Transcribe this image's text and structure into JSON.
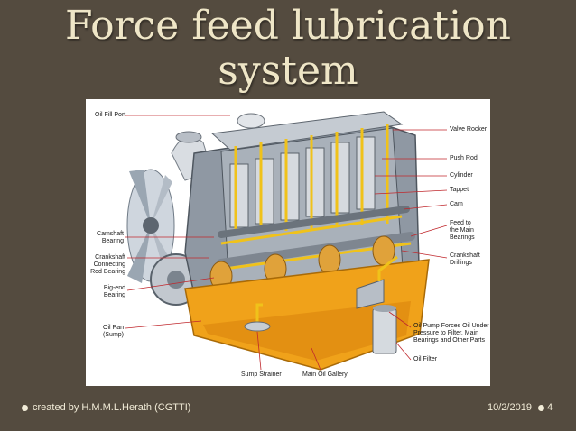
{
  "slide": {
    "title_line1": "Force feed lubrication",
    "title_line2": "system"
  },
  "diagram": {
    "left_labels": {
      "oil_fill_port": "Oil Fill Port",
      "camshaft_bearing": "Camshaft\nBearing",
      "crankshaft_rod_bearing": "Crankshaft\nConnecting\nRod Bearing",
      "big_end_bearing": "Big-end\nBearing",
      "oil_pan": "Oil Pan\n(Sump)"
    },
    "right_labels": {
      "valve_rocker": "Valve Rocker",
      "push_rod": "Push Rod",
      "cylinder": "Cylinder",
      "tappet": "Tappet",
      "cam": "Cam",
      "feed_main_bearings": "Feed to\nthe Main\nBearings",
      "crankshaft_drillings": "Crankshaft\nDrillings",
      "oil_pump": "Oil Pump Forces Oil Under\nPressure to Filter, Main\nBearings and Other Parts",
      "oil_filter": "Oil Filter"
    },
    "bottom_labels": {
      "sump_strainer": "Sump Strainer",
      "main_oil_gallery": "Main Oil Gallery"
    }
  },
  "footer": {
    "credit": "created by H.M.M.L.Herath (CGTTI)",
    "date": "10/2/2019",
    "page": "4"
  },
  "colors": {
    "background": "#544b3f",
    "title": "#efe6c7",
    "oil": "#f0a21a",
    "pointer": "#c0282d"
  }
}
